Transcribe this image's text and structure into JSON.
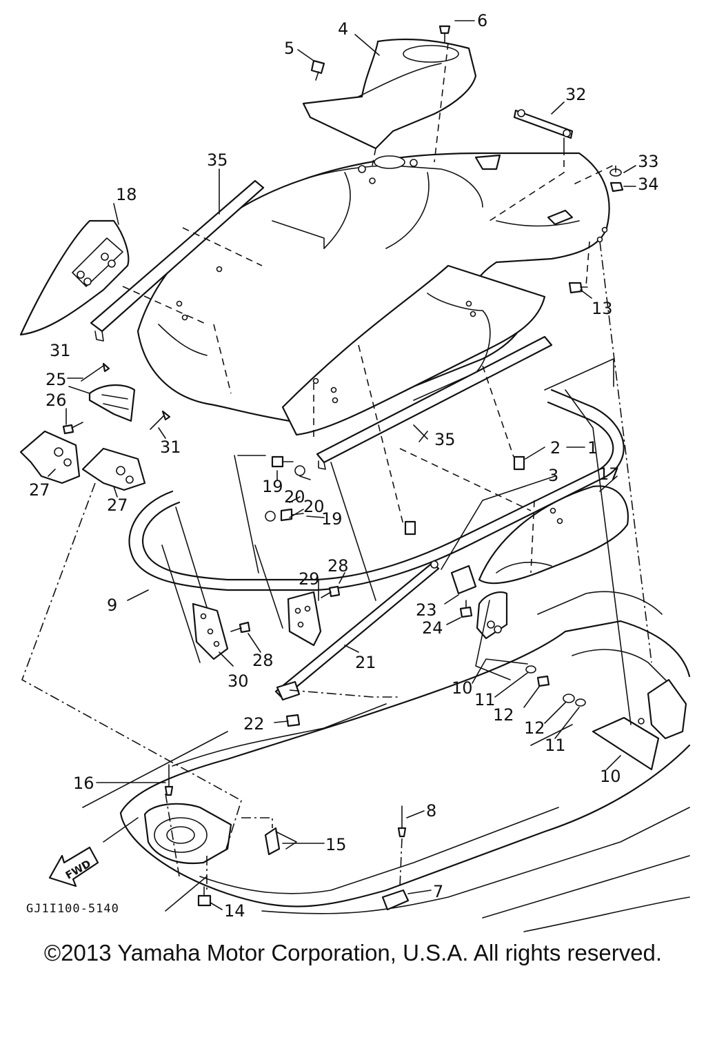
{
  "diagram": {
    "drawing_code": "GJ1I100-5140",
    "fwd_label": "FWD",
    "callouts": {
      "c1": "1",
      "c2": "2",
      "c3": "3",
      "c4": "4",
      "c5": "5",
      "c6": "6",
      "c7": "7",
      "c8": "8",
      "c9": "9",
      "c10a": "10",
      "c10b": "10",
      "c11a": "11",
      "c11b": "11",
      "c12a": "12",
      "c12b": "12",
      "c13": "13",
      "c14": "14",
      "c15": "15",
      "c16": "16",
      "c17": "17",
      "c18": "18",
      "c19a": "19",
      "c19b": "19",
      "c20a": "20",
      "c20b": "20",
      "c21": "21",
      "c22": "22",
      "c23": "23",
      "c24": "24",
      "c25": "25",
      "c26": "26",
      "c27a": "27",
      "c27b": "27",
      "c28a": "28",
      "c28b": "28",
      "c29": "29",
      "c30": "30",
      "c31a": "31",
      "c31b": "31",
      "c32": "32",
      "c33": "33",
      "c34": "34",
      "c35a": "35",
      "c35b": "35"
    }
  },
  "footer": {
    "copyright": "©2013 Yamaha Motor Corporation, U.S.A. All rights reserved."
  }
}
